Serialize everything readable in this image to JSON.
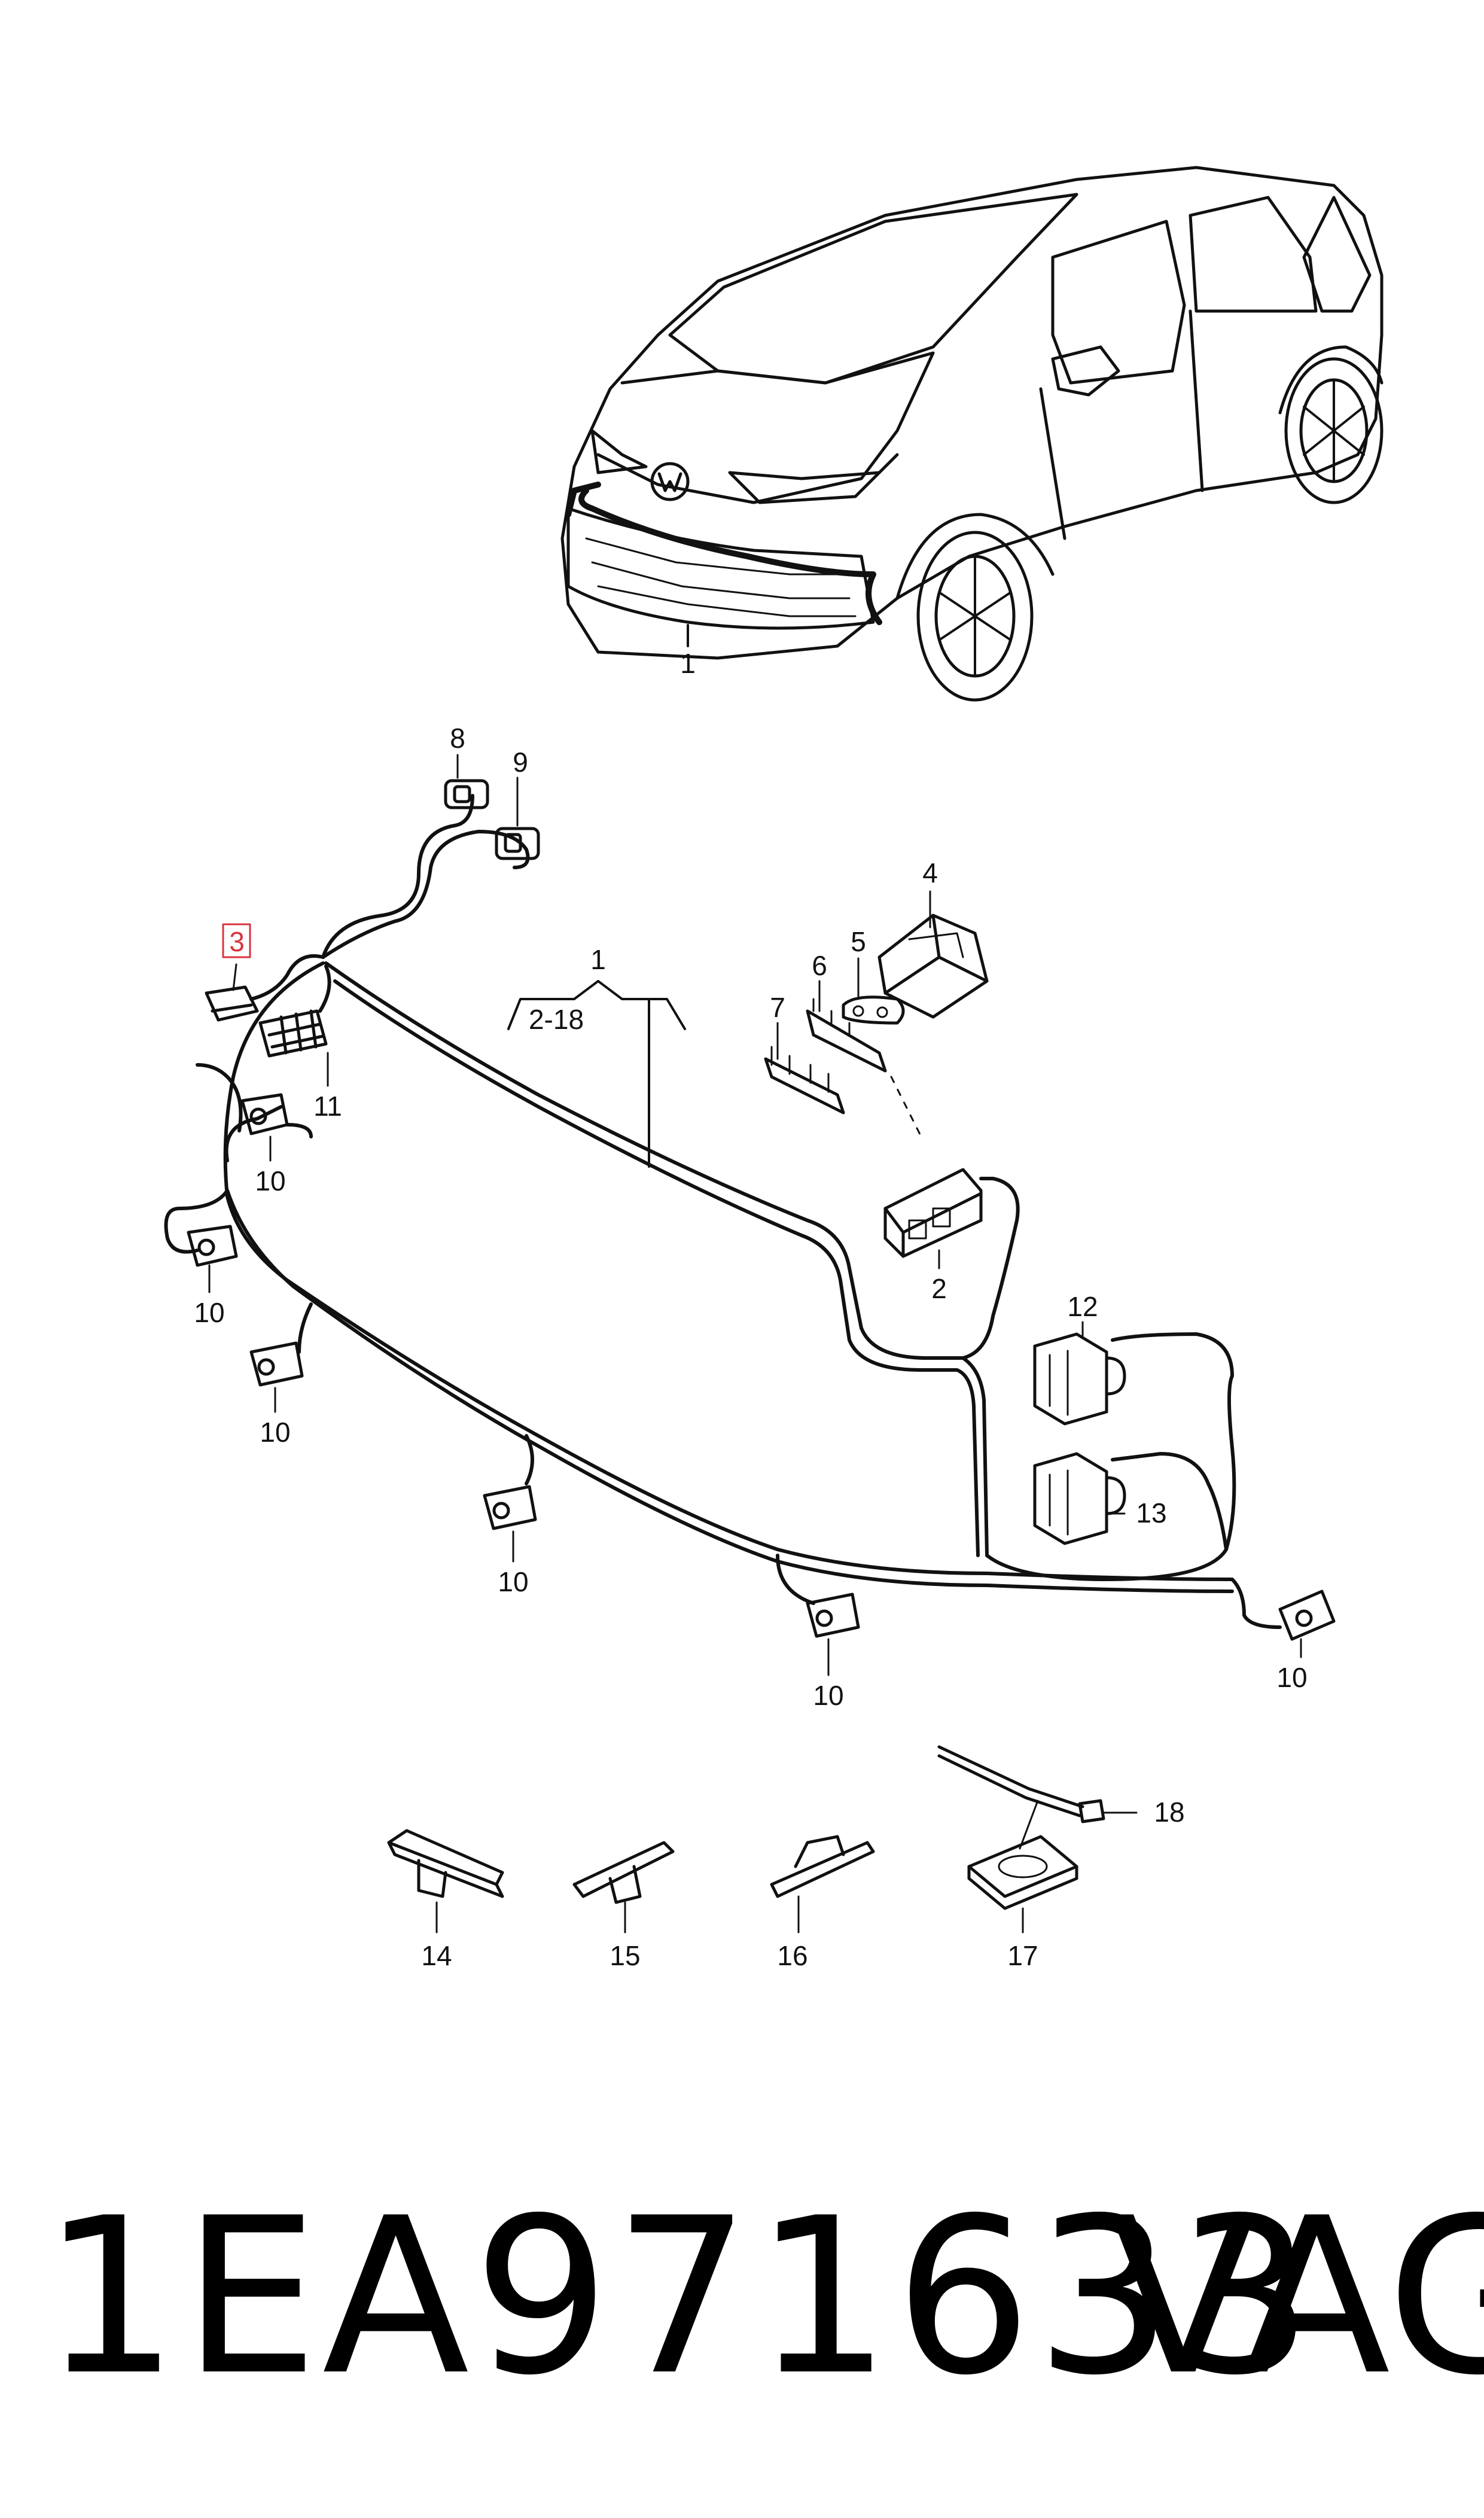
{
  "callouts": {
    "car": "1",
    "bracket_top": "1",
    "bracket_range": "2-18",
    "c2": "2",
    "c3": "3",
    "c4": "4",
    "c5": "5",
    "c6": "6",
    "c7": "7",
    "c8": "8",
    "c9": "9",
    "c10": "10",
    "c11": "11",
    "c12": "12",
    "c13": "13",
    "c14": "14",
    "c15": "15",
    "c16": "16",
    "c17": "17",
    "c18": "18"
  },
  "highlight_color": "#d9333f",
  "line_color": "#111111",
  "part_number": "1EA971633",
  "brand": "VAG"
}
